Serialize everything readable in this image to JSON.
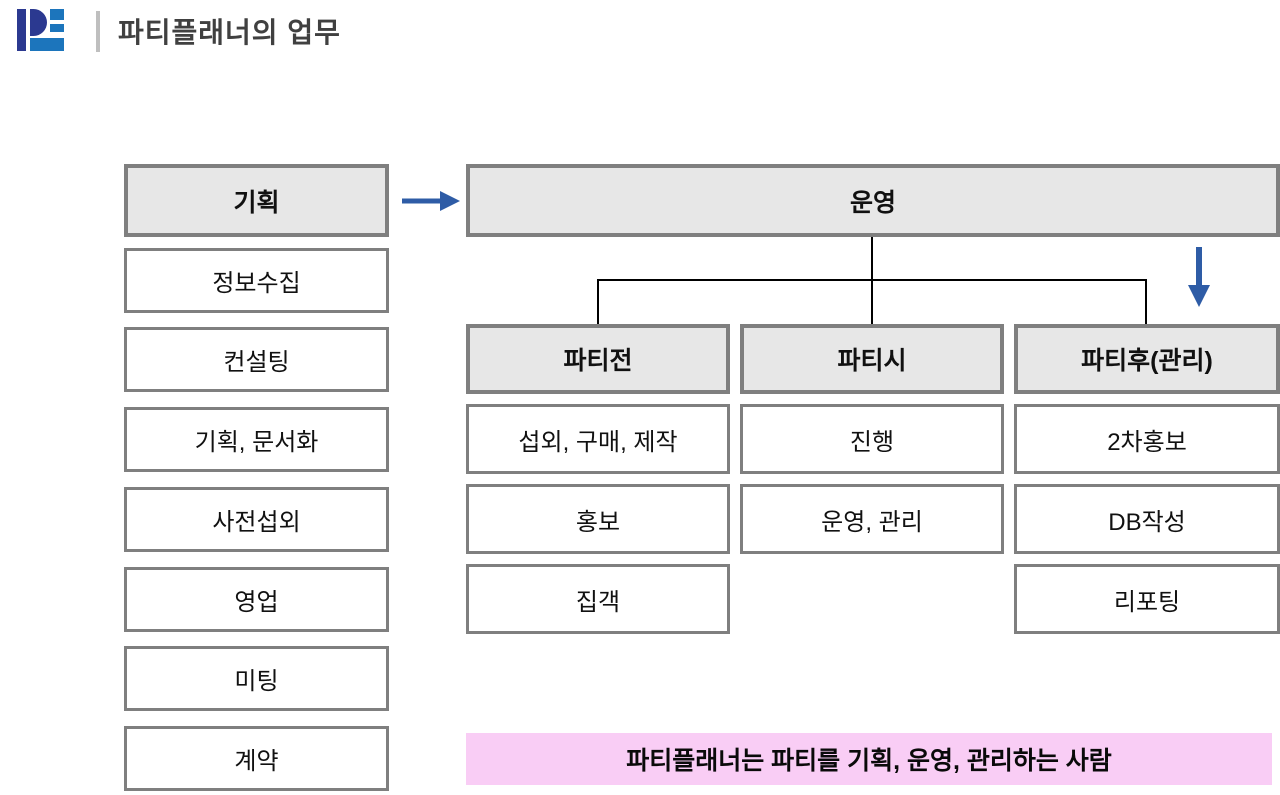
{
  "header": {
    "title": "파티플래너의 업무",
    "logo": "pe-blocks-logo"
  },
  "left_column": {
    "header": "기획",
    "items": [
      "정보수집",
      "컨설팅",
      "기획, 문서화",
      "사전섭외",
      "영업",
      "미팅",
      "계약"
    ]
  },
  "operations": {
    "header": "운영"
  },
  "columns": [
    {
      "header": "파티전",
      "items": [
        "섭외, 구매, 제작",
        "홍보",
        "집객"
      ]
    },
    {
      "header": "파티시",
      "items": [
        "진행",
        "운영, 관리"
      ]
    },
    {
      "header": "파티후(관리)",
      "items": [
        "2차홍보",
        "DB작성",
        "리포팅"
      ]
    }
  ],
  "banner": {
    "text": "파티플래너는 파티를 기획, 운영, 관리하는 사람"
  },
  "icons": {
    "flow_right": "arrow-right-icon",
    "flow_down": "arrow-down-icon"
  },
  "colors": {
    "accent_blue": "#2E5CA6",
    "logo_navy": "#2B3990",
    "logo_blue": "#1C75BC",
    "border_gray": "#7F7F7F",
    "header_box_fill": "#E7E7E7",
    "banner_pink": "#F9CDF5",
    "connector_black": "#000000",
    "title_gray": "#404040"
  }
}
